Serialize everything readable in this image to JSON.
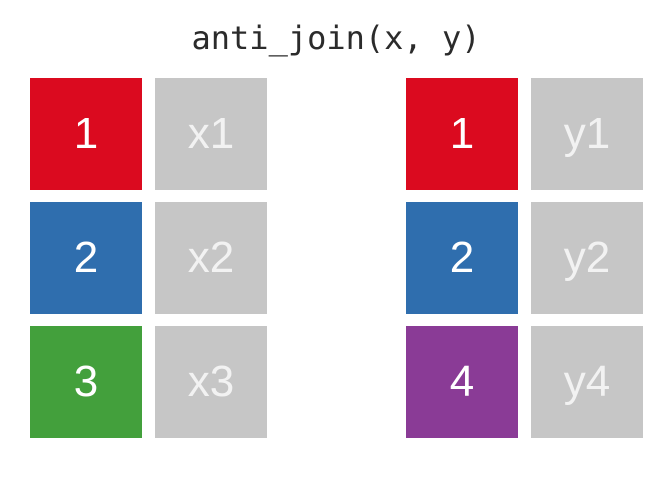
{
  "title": "anti_join(x, y)",
  "colors": {
    "red": "#DB0A1F",
    "blue": "#2F6EAE",
    "green": "#43A03C",
    "purple": "#8A3B96",
    "gray": "#C6C6C6",
    "key_text": "#FFFFFF",
    "value_text": "#F2F2F2",
    "title_text": "#2B2B2B"
  },
  "tables": {
    "x": {
      "name": "x",
      "rows": [
        {
          "key": "1",
          "key_color": "red",
          "value": "x1"
        },
        {
          "key": "2",
          "key_color": "blue",
          "value": "x2"
        },
        {
          "key": "3",
          "key_color": "green",
          "value": "x3"
        }
      ]
    },
    "y": {
      "name": "y",
      "rows": [
        {
          "key": "1",
          "key_color": "red",
          "value": "y1"
        },
        {
          "key": "2",
          "key_color": "blue",
          "value": "y2"
        },
        {
          "key": "4",
          "key_color": "purple",
          "value": "y4"
        }
      ]
    }
  }
}
